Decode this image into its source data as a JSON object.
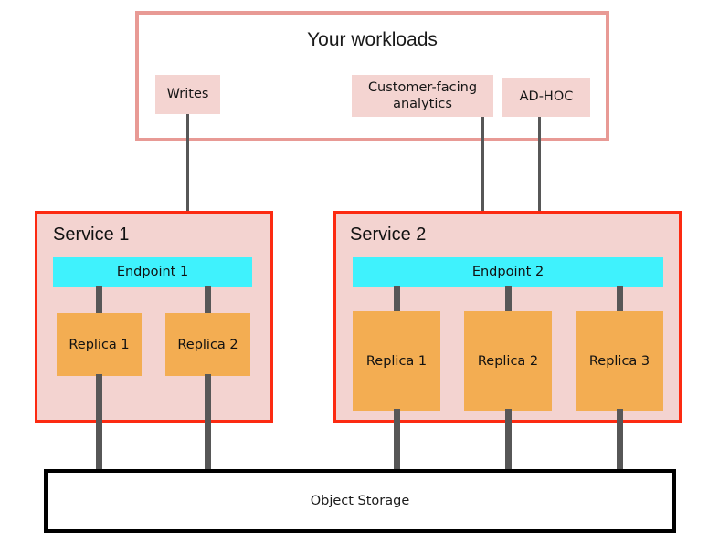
{
  "diagram": {
    "title": "Your workloads",
    "workloads": [
      {
        "id": "writes",
        "label": "Writes"
      },
      {
        "id": "customer-facing-analytics",
        "label": "Customer-facing analytics"
      },
      {
        "id": "ad-hoc",
        "label": "AD-HOC"
      }
    ],
    "services": [
      {
        "id": "service-1",
        "label": "Service 1",
        "endpoint": "Endpoint 1",
        "replicas": [
          "Replica 1",
          "Replica 2"
        ]
      },
      {
        "id": "service-2",
        "label": "Service 2",
        "endpoint": "Endpoint 2",
        "replicas": [
          "Replica 1",
          "Replica 2",
          "Replica 3"
        ]
      }
    ],
    "storage": {
      "label": "Object Storage"
    },
    "colors": {
      "workloads_border": "#e89a95",
      "chip_fill": "#f4d4d1",
      "service_fill": "#f3d3d0",
      "service_border": "#fc2a11",
      "endpoint_fill": "#3ff2fd",
      "replica_fill": "#f3ad52",
      "pipe": "#575757",
      "arrow": "#575757",
      "storage_border": "#000000",
      "background": "#ffffff"
    }
  }
}
